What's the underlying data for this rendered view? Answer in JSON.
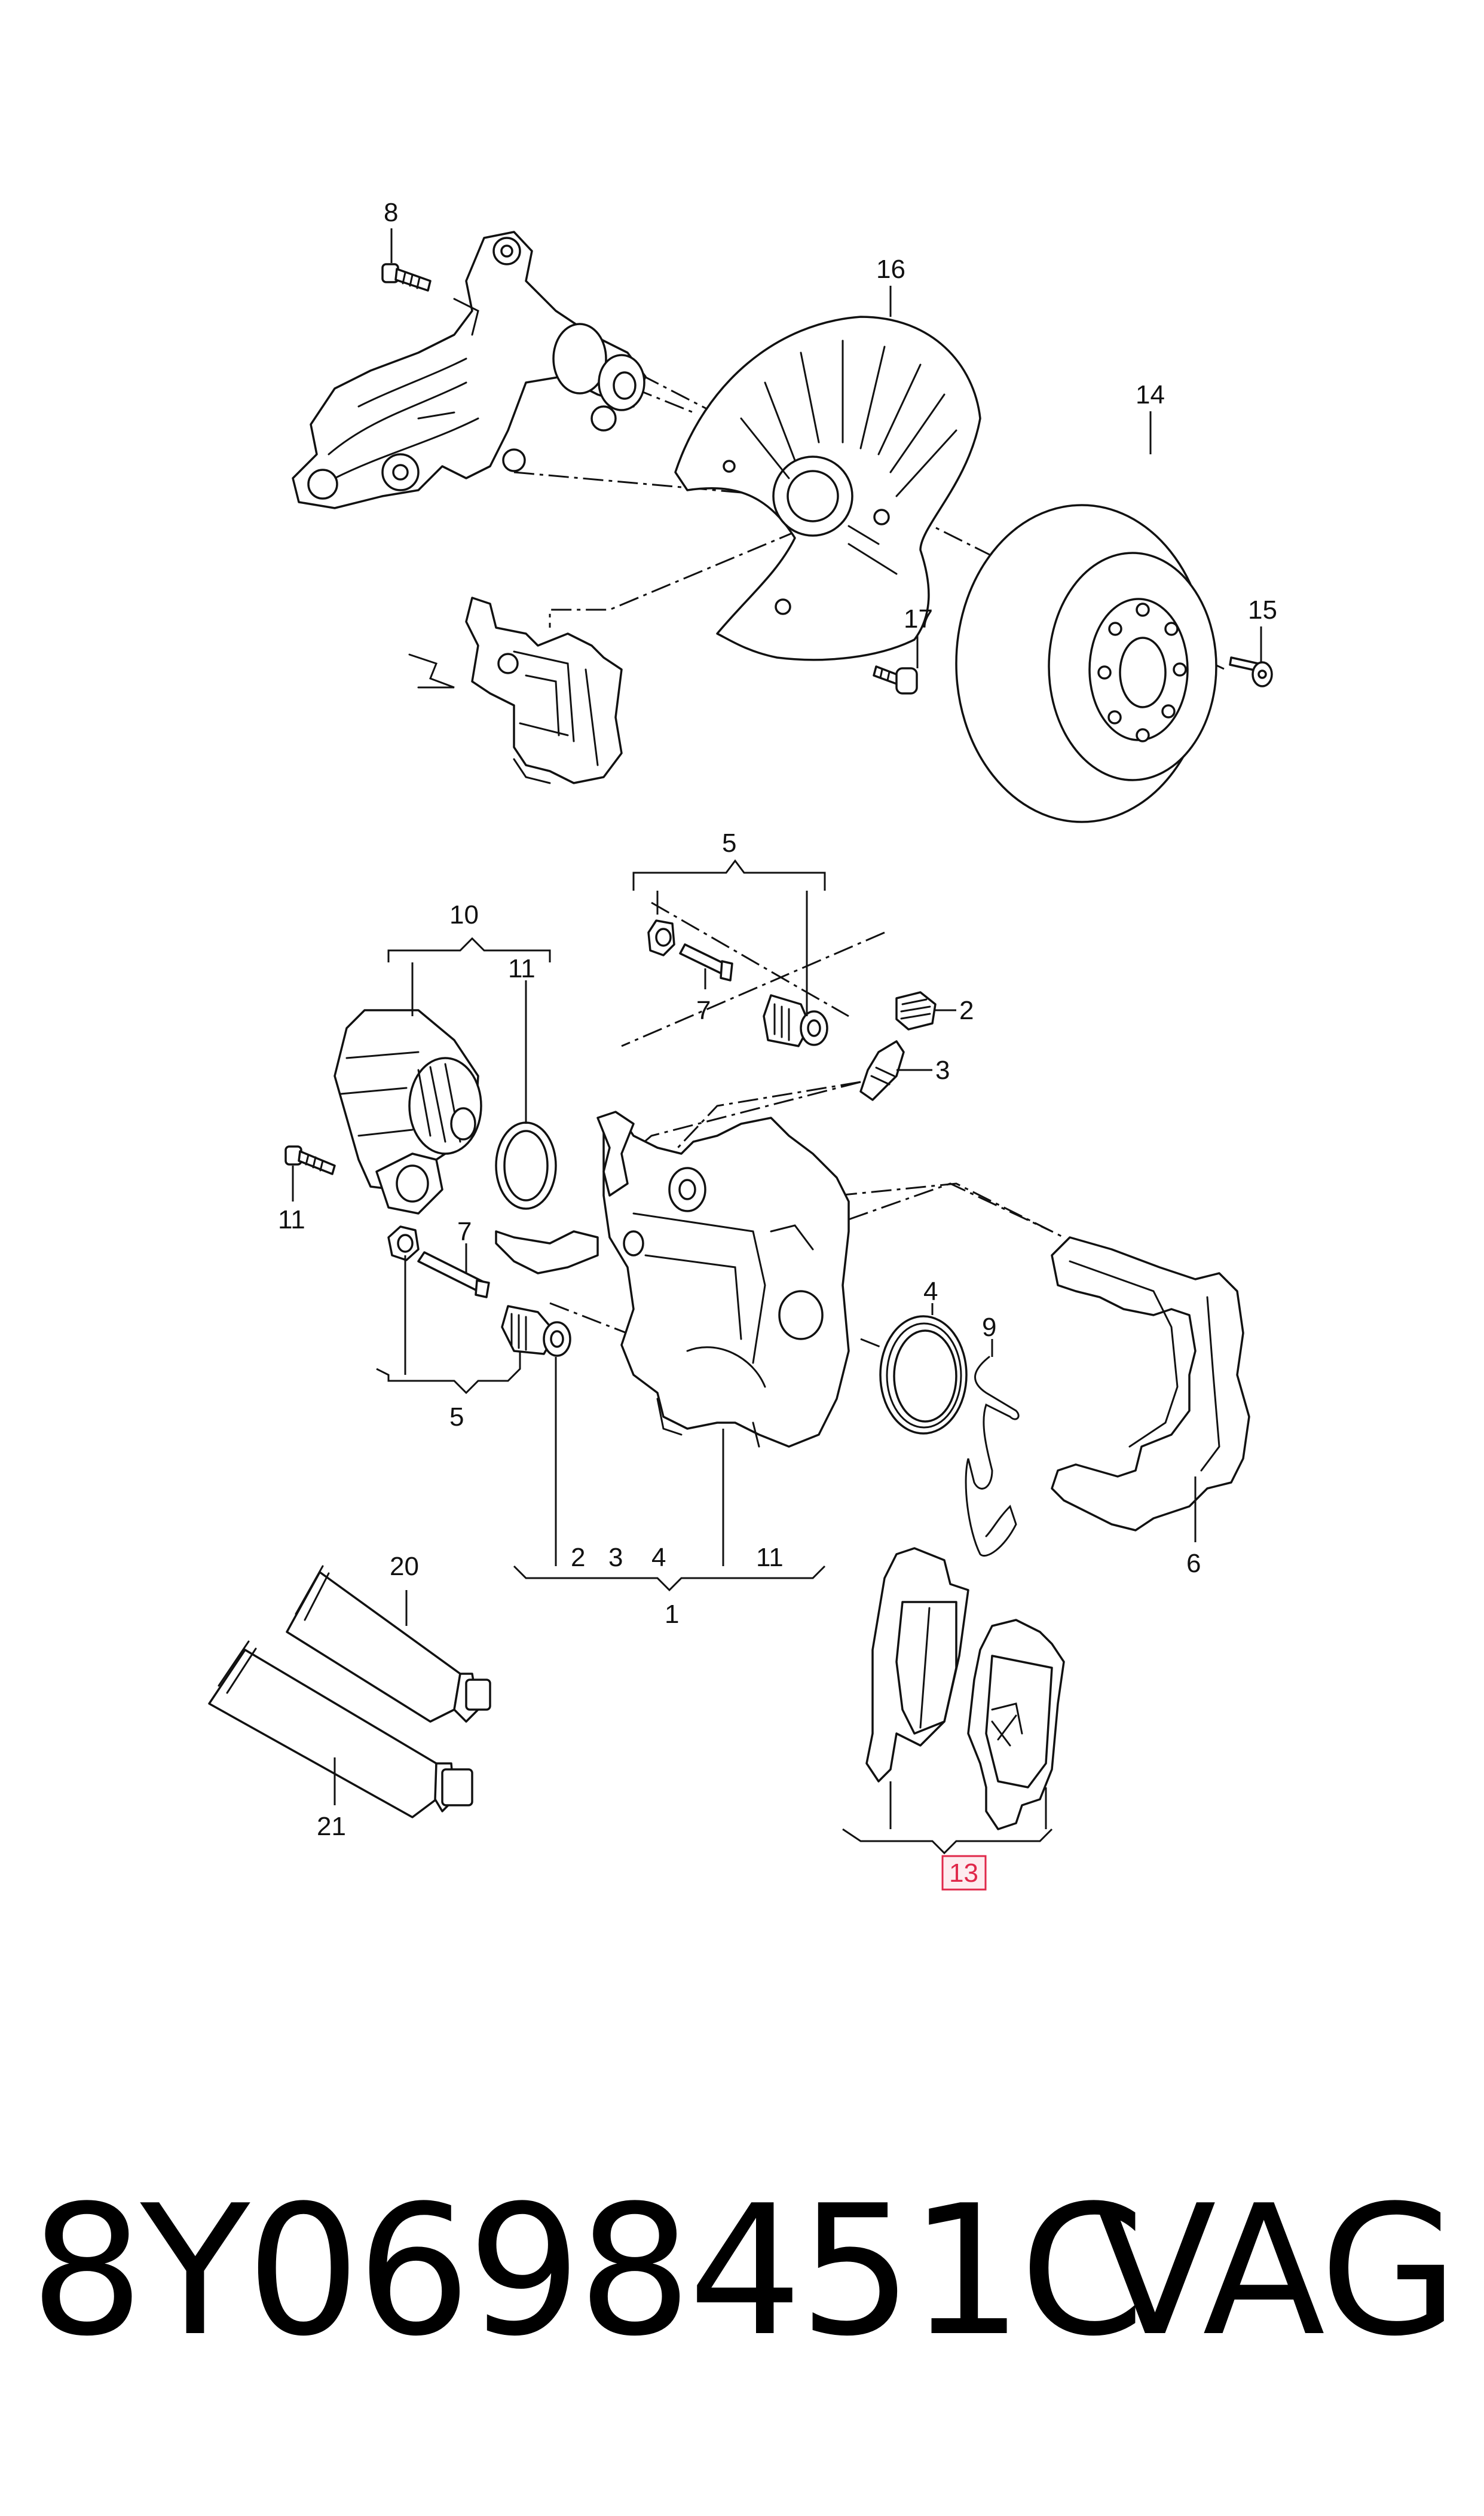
{
  "diagram": {
    "callouts": [
      {
        "id": "c8",
        "text": "8"
      },
      {
        "id": "c16",
        "text": "16"
      },
      {
        "id": "c14",
        "text": "14"
      },
      {
        "id": "c17",
        "text": "17"
      },
      {
        "id": "c15",
        "text": "15"
      },
      {
        "id": "c5a",
        "text": "5"
      },
      {
        "id": "c10",
        "text": "10"
      },
      {
        "id": "c11a",
        "text": "11"
      },
      {
        "id": "c7a",
        "text": "7"
      },
      {
        "id": "c2a",
        "text": "2"
      },
      {
        "id": "c3a",
        "text": "3"
      },
      {
        "id": "c11b",
        "text": "11"
      },
      {
        "id": "c7b",
        "text": "7"
      },
      {
        "id": "c4a",
        "text": "4"
      },
      {
        "id": "c9",
        "text": "9"
      },
      {
        "id": "c5b",
        "text": "5"
      },
      {
        "id": "c6",
        "text": "6"
      },
      {
        "id": "c2b",
        "text": "2"
      },
      {
        "id": "c3b",
        "text": "3"
      },
      {
        "id": "c4b",
        "text": "4"
      },
      {
        "id": "c11c",
        "text": "11"
      },
      {
        "id": "c1",
        "text": "1"
      },
      {
        "id": "c20",
        "text": "20"
      },
      {
        "id": "c21",
        "text": "21"
      },
      {
        "id": "c13",
        "text": "13"
      }
    ],
    "highlighted_callout": "13",
    "highlight_color": "#e0284a"
  },
  "footer": {
    "part_number": "8Y0698451C",
    "brand": "VAG"
  }
}
